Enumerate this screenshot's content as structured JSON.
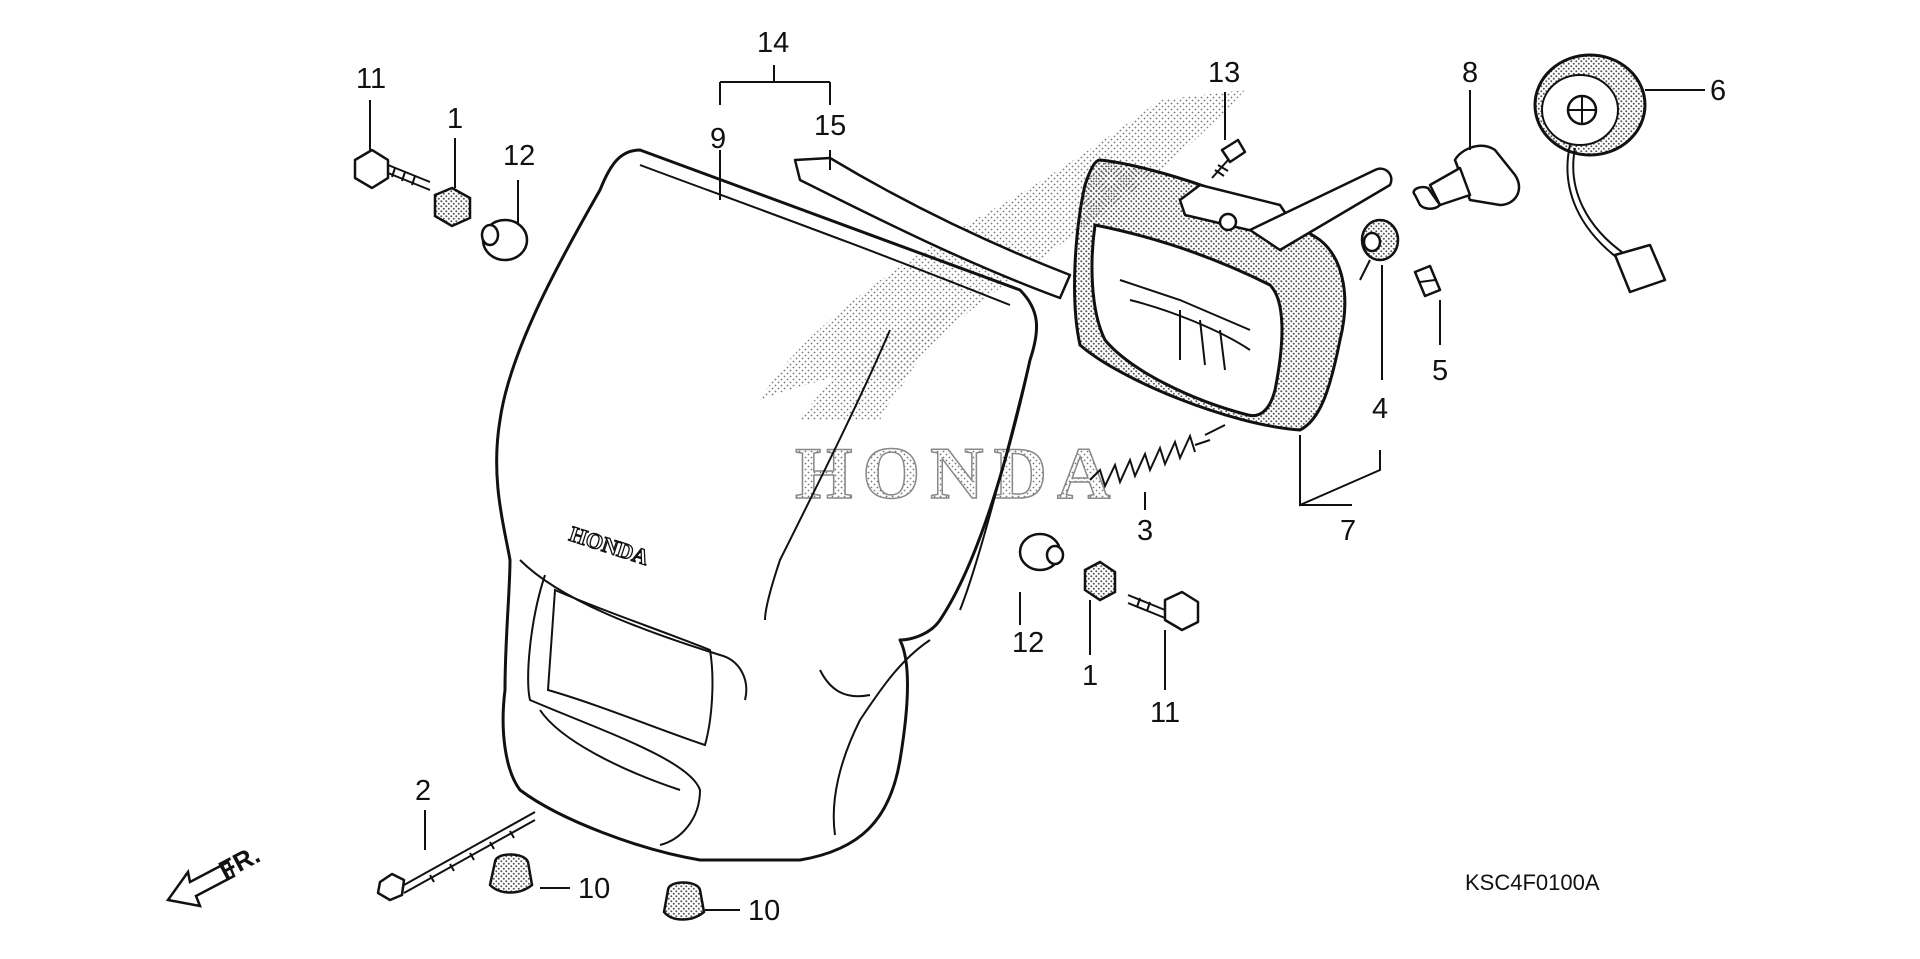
{
  "diagram": {
    "code": "KSC4F0100A",
    "direction_label": "FR.",
    "watermark_text": "HONDA",
    "cowl_brand_text": "HONDA",
    "callouts": {
      "c11a": "11",
      "c1a": "1",
      "c12a": "12",
      "c14": "14",
      "c9": "9",
      "c15": "15",
      "c13": "13",
      "c8": "8",
      "c6": "6",
      "c5": "5",
      "c4": "4",
      "c3": "3",
      "c7": "7",
      "c12b": "12",
      "c1b": "1",
      "c11b": "11",
      "c2": "2",
      "c10a": "10",
      "c10b": "10"
    }
  }
}
